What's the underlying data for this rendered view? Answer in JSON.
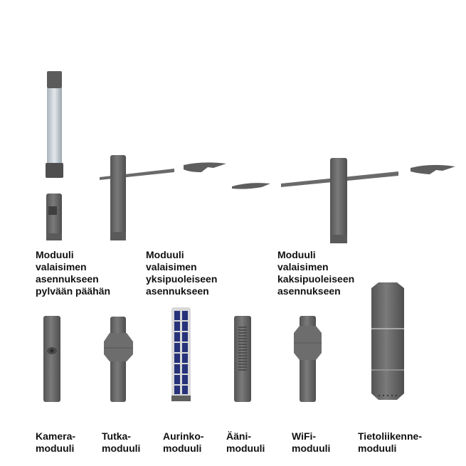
{
  "colors": {
    "module_body": "#676767",
    "module_dark": "#4a4a4a",
    "module_light": "#7d7d7d",
    "lamp_glass": "#b9c3ca",
    "solar_cell": "#27327a",
    "text": "#111111",
    "background": "#ffffff"
  },
  "top_row": [
    {
      "name": "pole-top-module",
      "label": "Moduuli\nvalaisimen\nasennukseen\npylvään päähän"
    },
    {
      "name": "single-sided-module",
      "label": "Moduuli\nvalaisimen\nyksipuoleiseen\nasennukseen"
    },
    {
      "name": "double-sided-module",
      "label": "Moduuli\nvalaisimen\nkaksipuoleiseen\nasennukseen"
    }
  ],
  "bottom_row": [
    {
      "name": "camera-module",
      "label": "Kamera-\nmoduuli"
    },
    {
      "name": "radar-module",
      "label": "Tutka-\nmoduuli"
    },
    {
      "name": "solar-module",
      "label": "Aurinko-\nmoduuli"
    },
    {
      "name": "audio-module",
      "label": "Ääni-\nmoduuli"
    },
    {
      "name": "wifi-module",
      "label": "WiFi-\nmoduuli"
    },
    {
      "name": "telecom-module",
      "label": "Tietoliikenne-\nmoduuli"
    }
  ]
}
